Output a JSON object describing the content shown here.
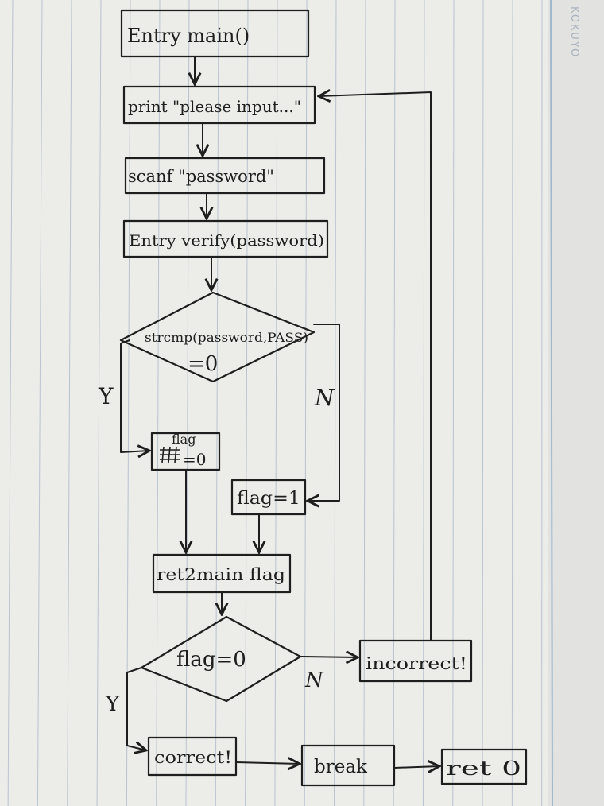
{
  "brand": "KOKUYO",
  "nodes": {
    "entry_main": "Entry main()",
    "print_prompt": "print \"please input...\"",
    "scanf_password": "scanf \"password\"",
    "entry_verify": "Entry verify(password)",
    "strcmp_decision_line1": "strcmp(password,PASS)",
    "strcmp_decision_line2": "=0",
    "flag_zero_label": "flag",
    "flag_zero_value": "=0",
    "flag_one": "flag=1",
    "ret2main": "ret2main flag",
    "flag_decision": "flag=0",
    "incorrect": "incorrect!",
    "correct": "correct!",
    "break_node": "break",
    "ret0": "ret 0"
  },
  "edge_labels": {
    "strcmp_yes": "Y",
    "strcmp_no": "N",
    "flag_yes": "Y",
    "flag_no": "N"
  },
  "colors": {
    "ink": "#1e1e1e",
    "paper": "#eeeeea",
    "rule_line": "#b8c3cf",
    "margin_line": "#9fb8cc"
  }
}
